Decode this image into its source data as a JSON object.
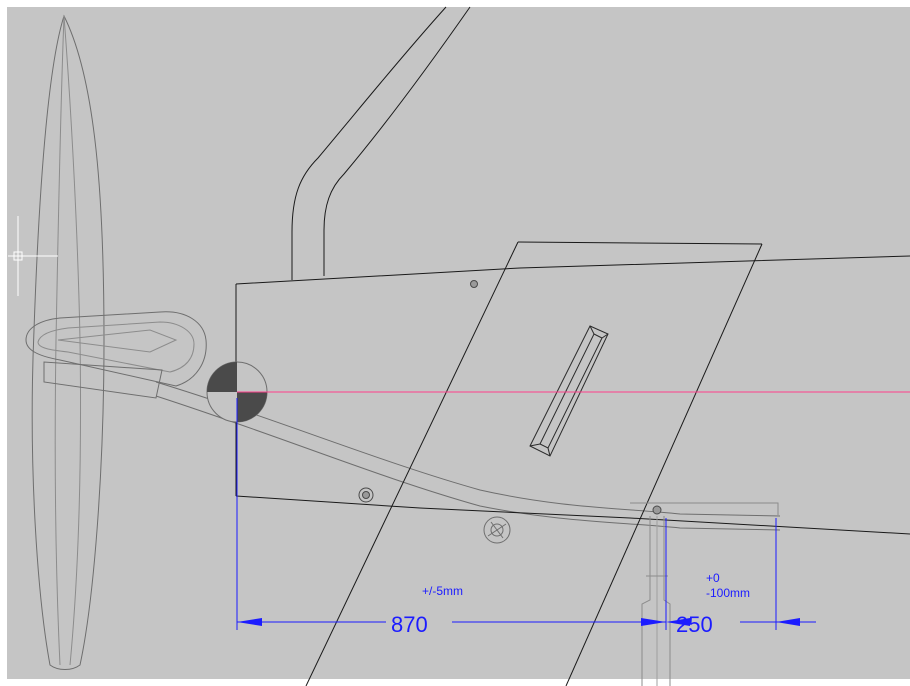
{
  "drawing": {
    "dimensions": {
      "main_length": "870",
      "main_tolerance": "+/-5mm",
      "offset_length": "250",
      "offset_tolerance_plus": "+0",
      "offset_tolerance_minus": "-100mm"
    }
  },
  "colors": {
    "background": "#c5c5c5",
    "outline": "#1a1a1a",
    "thin_outline": "#6e6e6e",
    "light_outline": "#8c8c8c",
    "dimension": "#1c1cff",
    "centerline": "#ff3f8a",
    "crosshair": "#ffffff",
    "dark_fill": "#4a4a4a"
  }
}
